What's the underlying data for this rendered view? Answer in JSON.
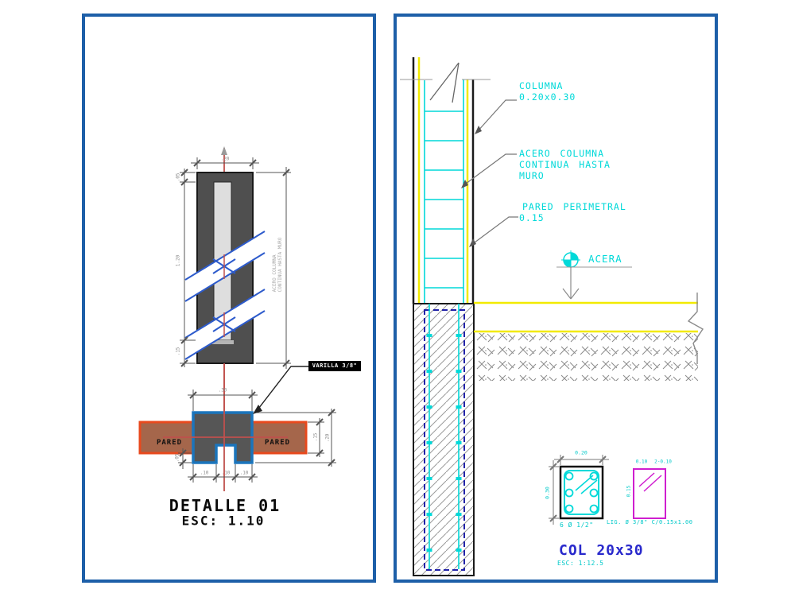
{
  "colors": {
    "panel_border": "#1d5fa8",
    "cyan": "#00d9d9",
    "yellow": "#f2ea00",
    "centerline_red": "#c0504d",
    "break_blue": "#2d5bcc",
    "section_blue": "#1b75bc",
    "wall_border": "#e8491d",
    "wall_fill": "#a5664b",
    "column_gray": "#4f4f4f",
    "foundation_rebar_navy": "#2121a8",
    "magenta": "#cf1fcf",
    "detail_title_blue": "#2929cc"
  },
  "left_panel": {
    "elevation": {
      "top_dim": ".20",
      "left_dims": [
        ".05",
        "1.20",
        ".15"
      ],
      "side_note_lines": [
        "ACERO COLUMNA",
        "CONTINUA HASTA MURO"
      ],
      "varilla_label": "VARILLA 3/8\""
    },
    "section": {
      "top_dim": ".30",
      "bottom_dims": [
        ".10",
        ".10",
        ".10"
      ],
      "right_dims": [
        ".15",
        ".20"
      ],
      "small_left_dim": ".05",
      "wall_left_label": "PARED",
      "wall_right_label": "PARED"
    },
    "title": "DETALLE 01",
    "scale": "ESC: 1.10"
  },
  "right_panel": {
    "callouts": {
      "columna": [
        "COLUMNA",
        "0.20x0.30"
      ],
      "acero": [
        "ACERO COLUMNA",
        "CONTINUA HASTA",
        "MURO"
      ],
      "pared": [
        "PARED PERIMETRAL",
        "0.15"
      ],
      "acera": "ACERA"
    },
    "col_detail": {
      "title": "COL 20x30",
      "scale": "ESC: 1:12.5",
      "section_top_dim": "0.20",
      "section_left_dim": "0.30",
      "bars_note": "6 Ø 1/2\"",
      "stirrup_dim_a": "0.10",
      "stirrup_dim_b": "2-0.10",
      "stirrup_left_dim": "0.15",
      "stirrup_note": "LIG. Ø 3/8\" C/0.15x1.00"
    }
  }
}
